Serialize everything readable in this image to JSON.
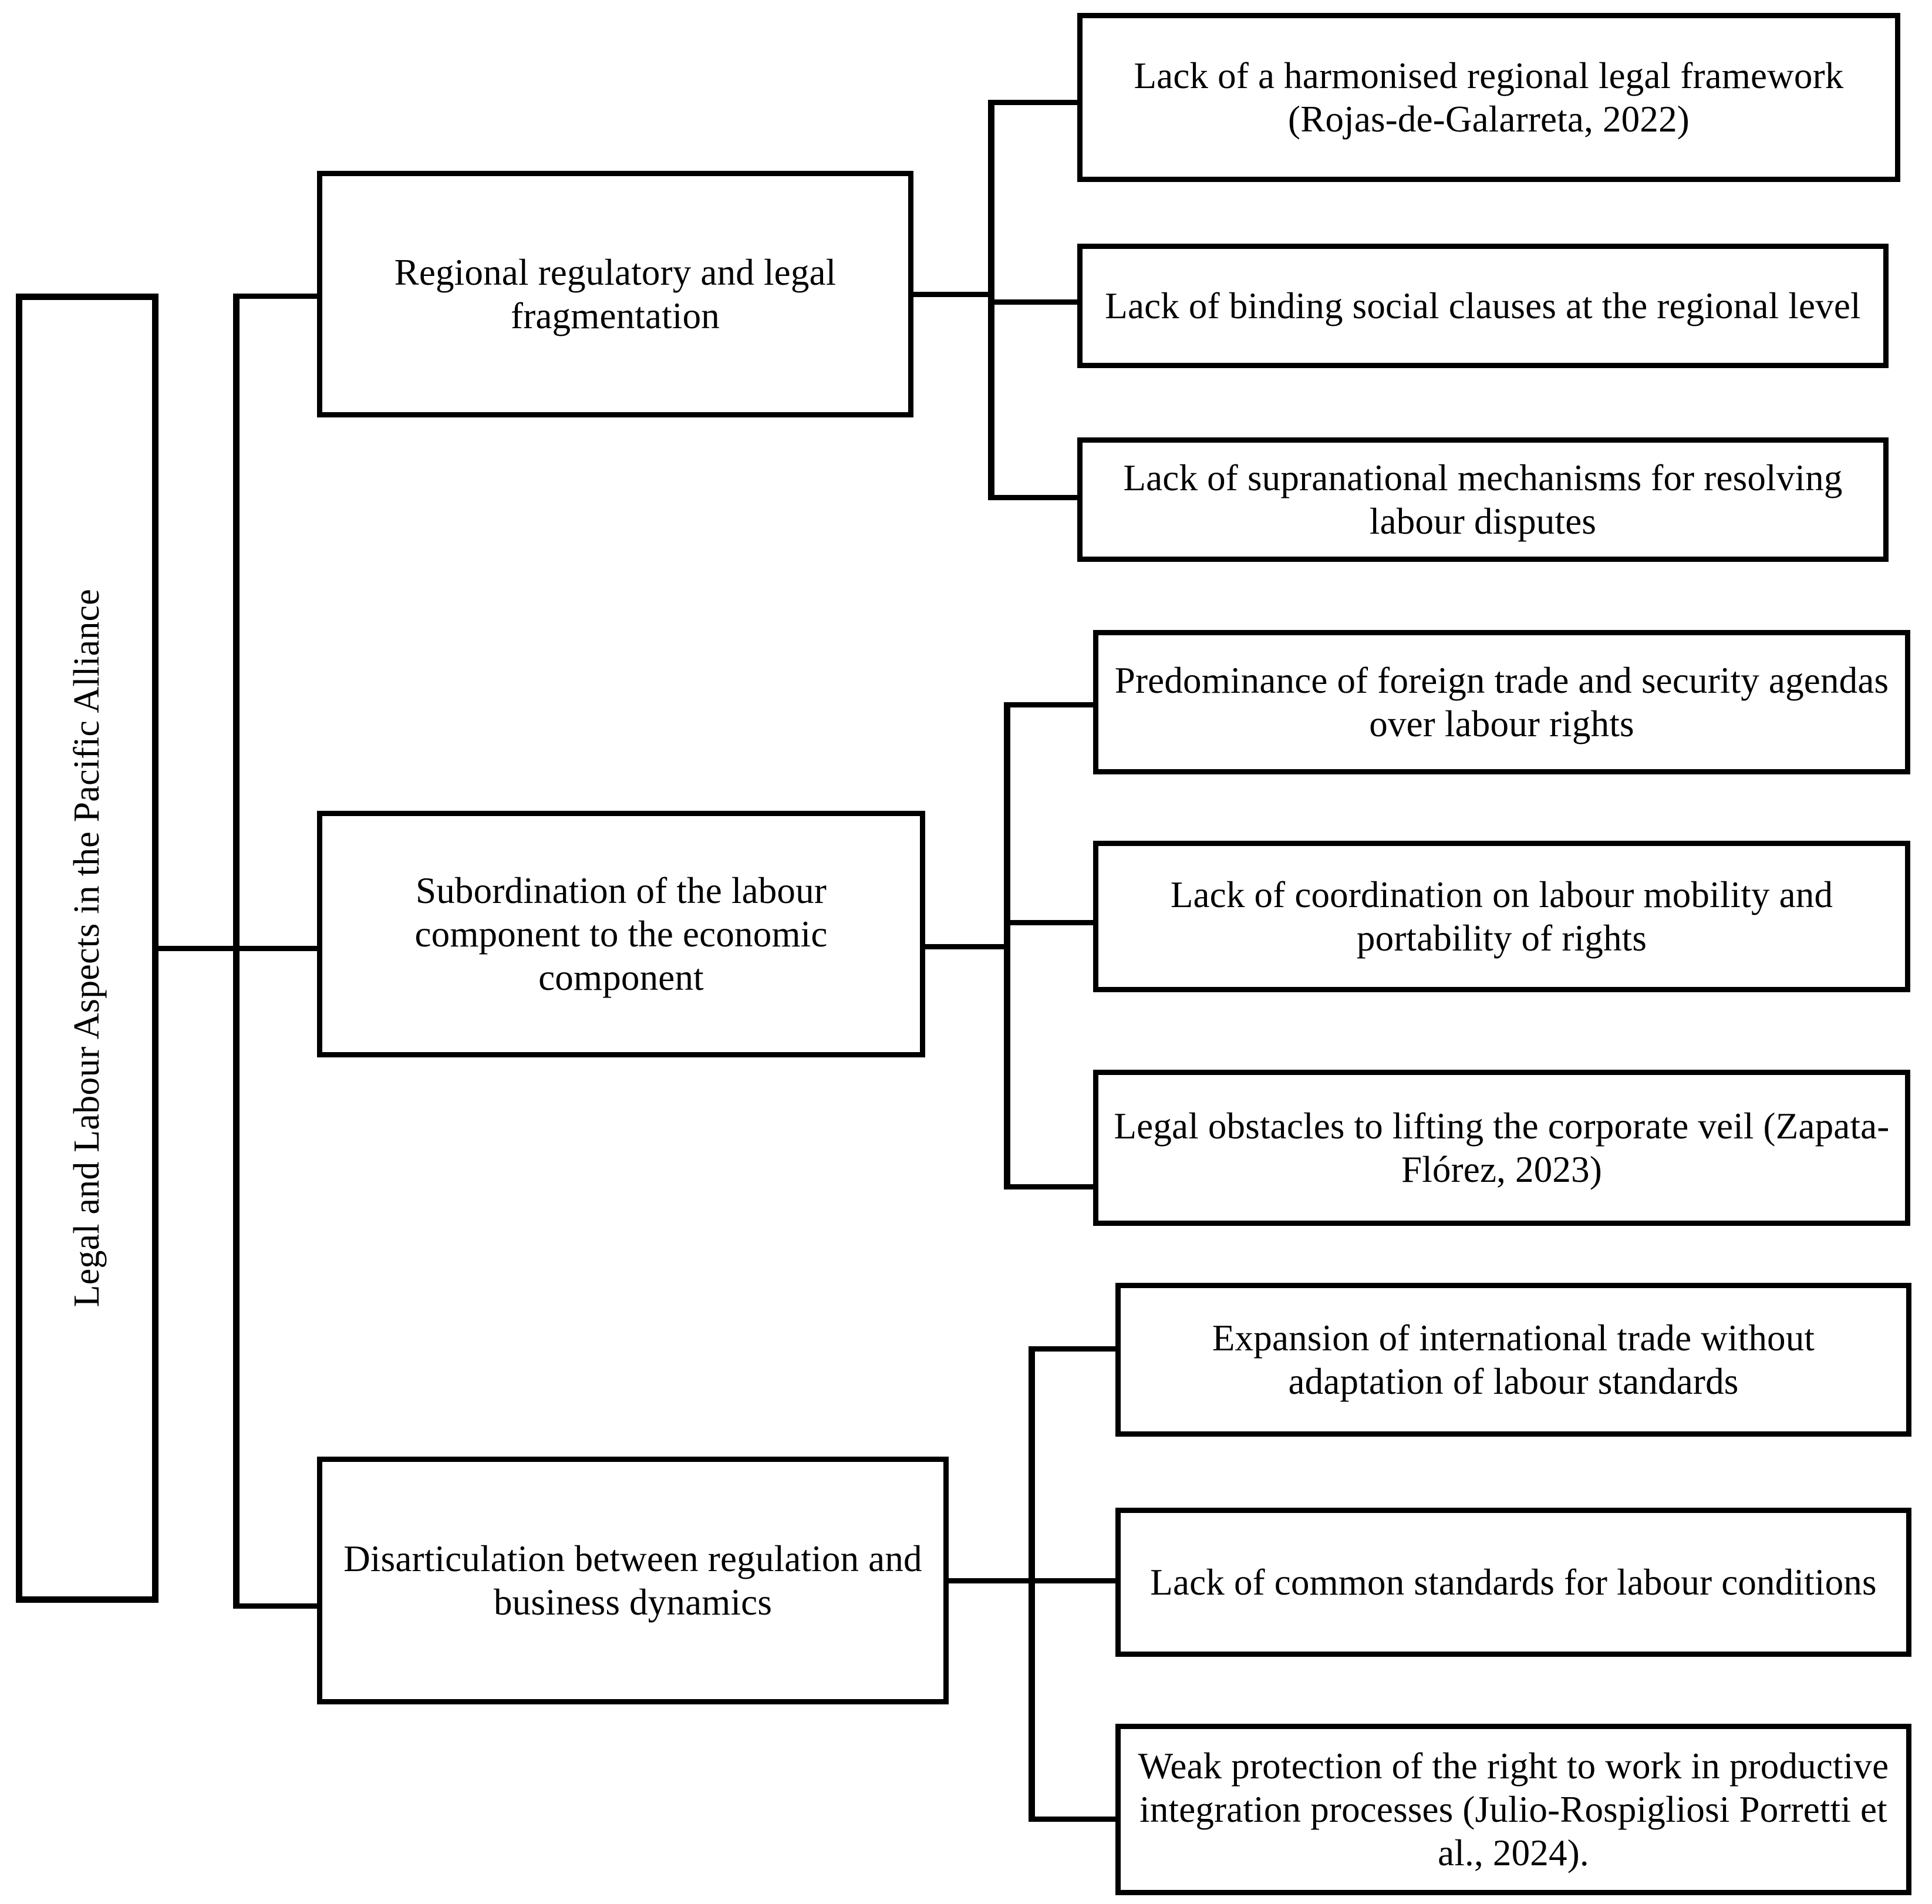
{
  "diagram": {
    "title": "Legal and Labour Aspects in the Pacific Alliance",
    "type": "hierarchical-tree",
    "orientation": "left-to-right",
    "colors": {
      "background": "#ffffff",
      "border": "#000000",
      "text": "#000000",
      "connector": "#000000"
    },
    "root": {
      "label": "Legal and Labour Aspects in the Pacific Alliance",
      "text_orientation": "vertical"
    },
    "branches": [
      {
        "label": "Regional regulatory and legal fragmentation",
        "leaves": [
          {
            "label": "Lack of a harmonised regional legal framework (Rojas-de-Galarreta, 2022)"
          },
          {
            "label": "Lack of binding social clauses at the regional level"
          },
          {
            "label": "Lack of supranational mechanisms for resolving labour disputes"
          }
        ]
      },
      {
        "label": "Subordination of the labour component to the economic component",
        "leaves": [
          {
            "label": "Predominance of foreign trade and security agendas over labour rights"
          },
          {
            "label": "Lack of coordination on labour mobility and portability of rights"
          },
          {
            "label": "Legal obstacles to lifting the corporate veil (Zapata-Flórez, 2023)"
          }
        ]
      },
      {
        "label": "Disarticulation between regulation and business dynamics",
        "leaves": [
          {
            "label": "Expansion of international trade without adaptation of labour standards"
          },
          {
            "label": "Lack of common standards for labour conditions"
          },
          {
            "label": "Weak protection of the right to work in productive integration processes (Julio-Rospigliosi Porretti et al., 2024)."
          }
        ]
      }
    ]
  }
}
